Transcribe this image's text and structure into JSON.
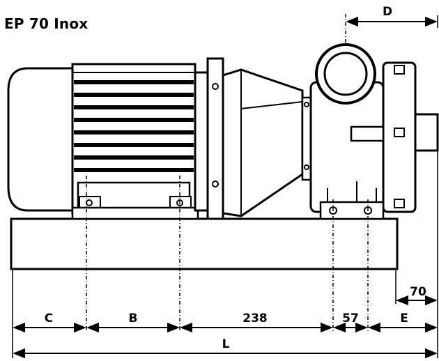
{
  "title": "EP 70 Inox",
  "dimensions": {
    "D": "D",
    "seventy": "70",
    "C": "C",
    "B": "B",
    "d238": "238",
    "d57": "57",
    "E": "E",
    "L": "L"
  }
}
